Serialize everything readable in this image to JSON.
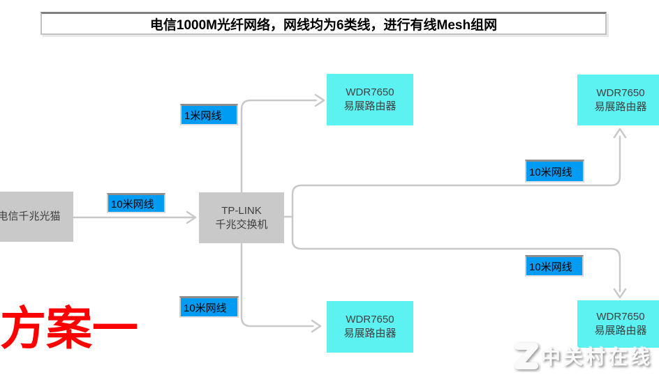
{
  "title": "电信1000M光纤网络，网线均为6类线，进行有线Mesh组网",
  "plan_label": "方案一",
  "watermark": {
    "text": "中关村在线",
    "logo": "zol-z-logo"
  },
  "colors": {
    "node_gray": "#c9c9c9",
    "node_cyan": "#5cf2f2",
    "cable_label_blue": "#009bf3",
    "connector_gray": "#c8c8c8",
    "plan_red": "#ff0000",
    "title_text": "#000000"
  },
  "nodes": {
    "modem": {
      "label": "电信千兆光猫"
    },
    "switch": {
      "line1": "TP-LINK",
      "line2": "千兆交换机"
    },
    "routers": [
      {
        "id": "top-middle",
        "line1": "WDR7650",
        "line2": "易展路由器"
      },
      {
        "id": "top-right",
        "line1": "WDR7650",
        "line2": "易展路由器"
      },
      {
        "id": "bottom-middle",
        "line1": "WDR7650",
        "line2": "易展路由器"
      },
      {
        "id": "bottom-right",
        "line1": "WDR7650",
        "line2": "易展路由器"
      }
    ]
  },
  "edges": [
    {
      "from": "modem",
      "to": "switch",
      "label": "10米网线"
    },
    {
      "from": "switch",
      "to": "router-top-middle",
      "label": "1米网线"
    },
    {
      "from": "switch",
      "to": "router-top-right",
      "label": "10米网线"
    },
    {
      "from": "switch",
      "to": "router-bottom-middle",
      "label": "10米网线"
    },
    {
      "from": "switch",
      "to": "router-bottom-right",
      "label": "10米网线"
    }
  ]
}
